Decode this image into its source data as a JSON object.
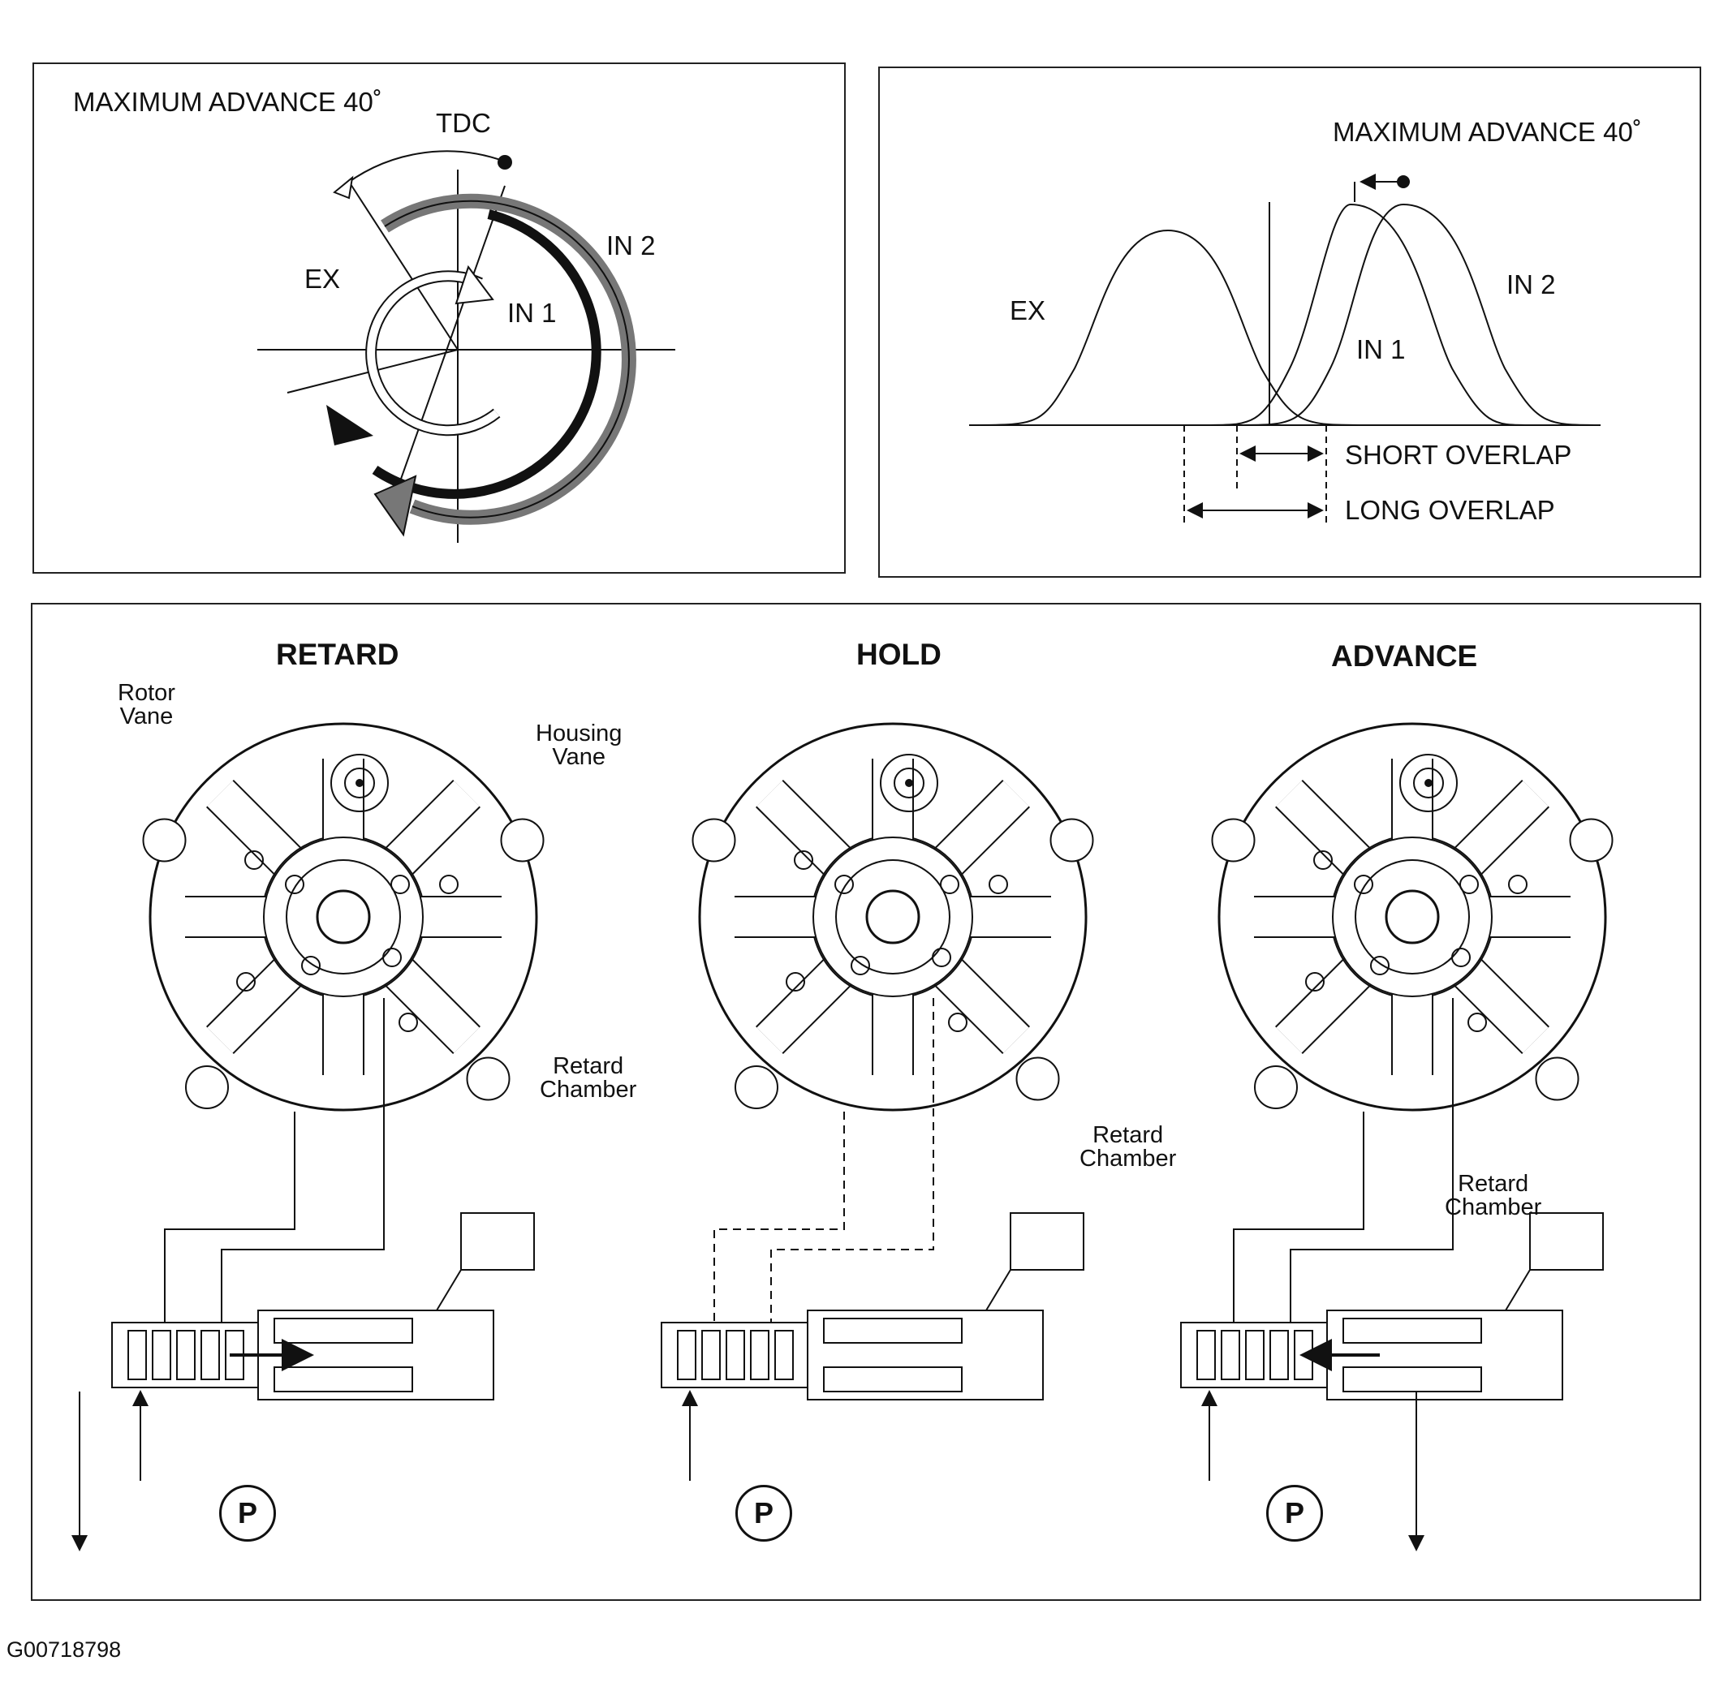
{
  "cam_timing_diagram": {
    "max_advance": "MAXIMUM ADVANCE 40˚",
    "tdc": "TDC",
    "ex": "EX",
    "in1": "IN 1",
    "in2": "IN 2"
  },
  "valve_lift_graph": {
    "max_advance": "MAXIMUM ADVANCE 40˚",
    "ex": "EX",
    "in1": "IN 1",
    "in2": "IN 2",
    "short_overlap": "SHORT OVERLAP",
    "long_overlap": "LONG OVERLAP"
  },
  "actuator_modes": [
    {
      "title": "RETARD",
      "rotor_vane": "Rotor\nVane",
      "housing_vane": "Housing\nVane",
      "chamber": "Retard\nChamber",
      "pressure": "P"
    },
    {
      "title": "HOLD",
      "chamber": "Retard\nChamber",
      "pressure": "P"
    },
    {
      "title": "ADVANCE",
      "chamber": "Retard\nChamber",
      "pressure": "P"
    }
  ],
  "figure_id": "G00718798",
  "colors": {
    "line": "#111111",
    "background": "#ffffff"
  }
}
